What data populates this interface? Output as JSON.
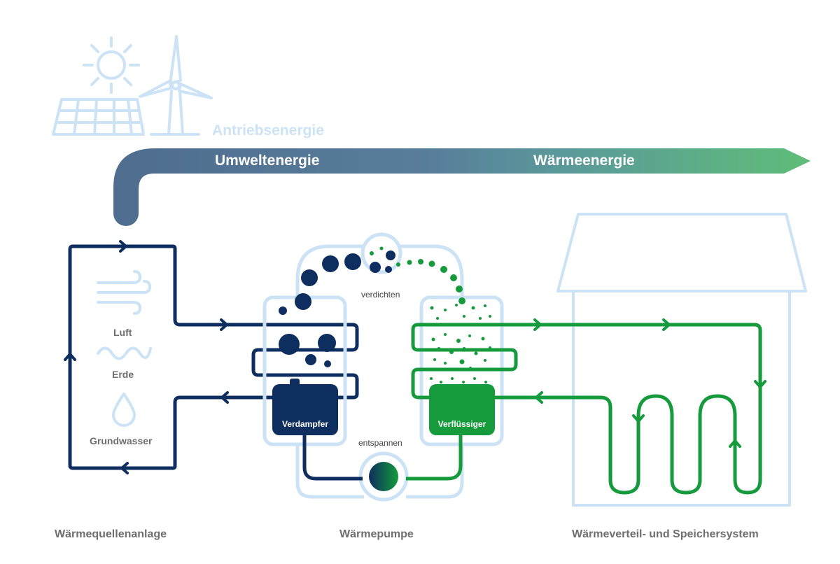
{
  "labels": {
    "antriebsenergie": "Antriebsenergie",
    "umweltenergie": "Umweltenergie",
    "waermeenergie": "Wärmeenergie",
    "luft": "Luft",
    "erde": "Erde",
    "grundwasser": "Grundwasser",
    "verdichten": "verdichten",
    "entspannen": "entspannen",
    "verdampfer": "Verdampfer",
    "verfluessiger": "Verflüssiger"
  },
  "sections": {
    "source": "Wärmequellenanlage",
    "pump": "Wärmepumpe",
    "distribution": "Wärmeverteil- und Speichersystem"
  },
  "colors": {
    "dark_blue": "#0d2e5e",
    "green": "#159a3c",
    "light_blue": "#cce3f6",
    "gray_text": "#6f6f6f",
    "arrow_start": "#4f6d8f",
    "arrow_end": "#5fbd78"
  },
  "icons": [
    "sun-icon",
    "wind-turbine-icon",
    "solar-panel-icon",
    "wind-icon",
    "wave-icon",
    "water-drop-icon"
  ]
}
